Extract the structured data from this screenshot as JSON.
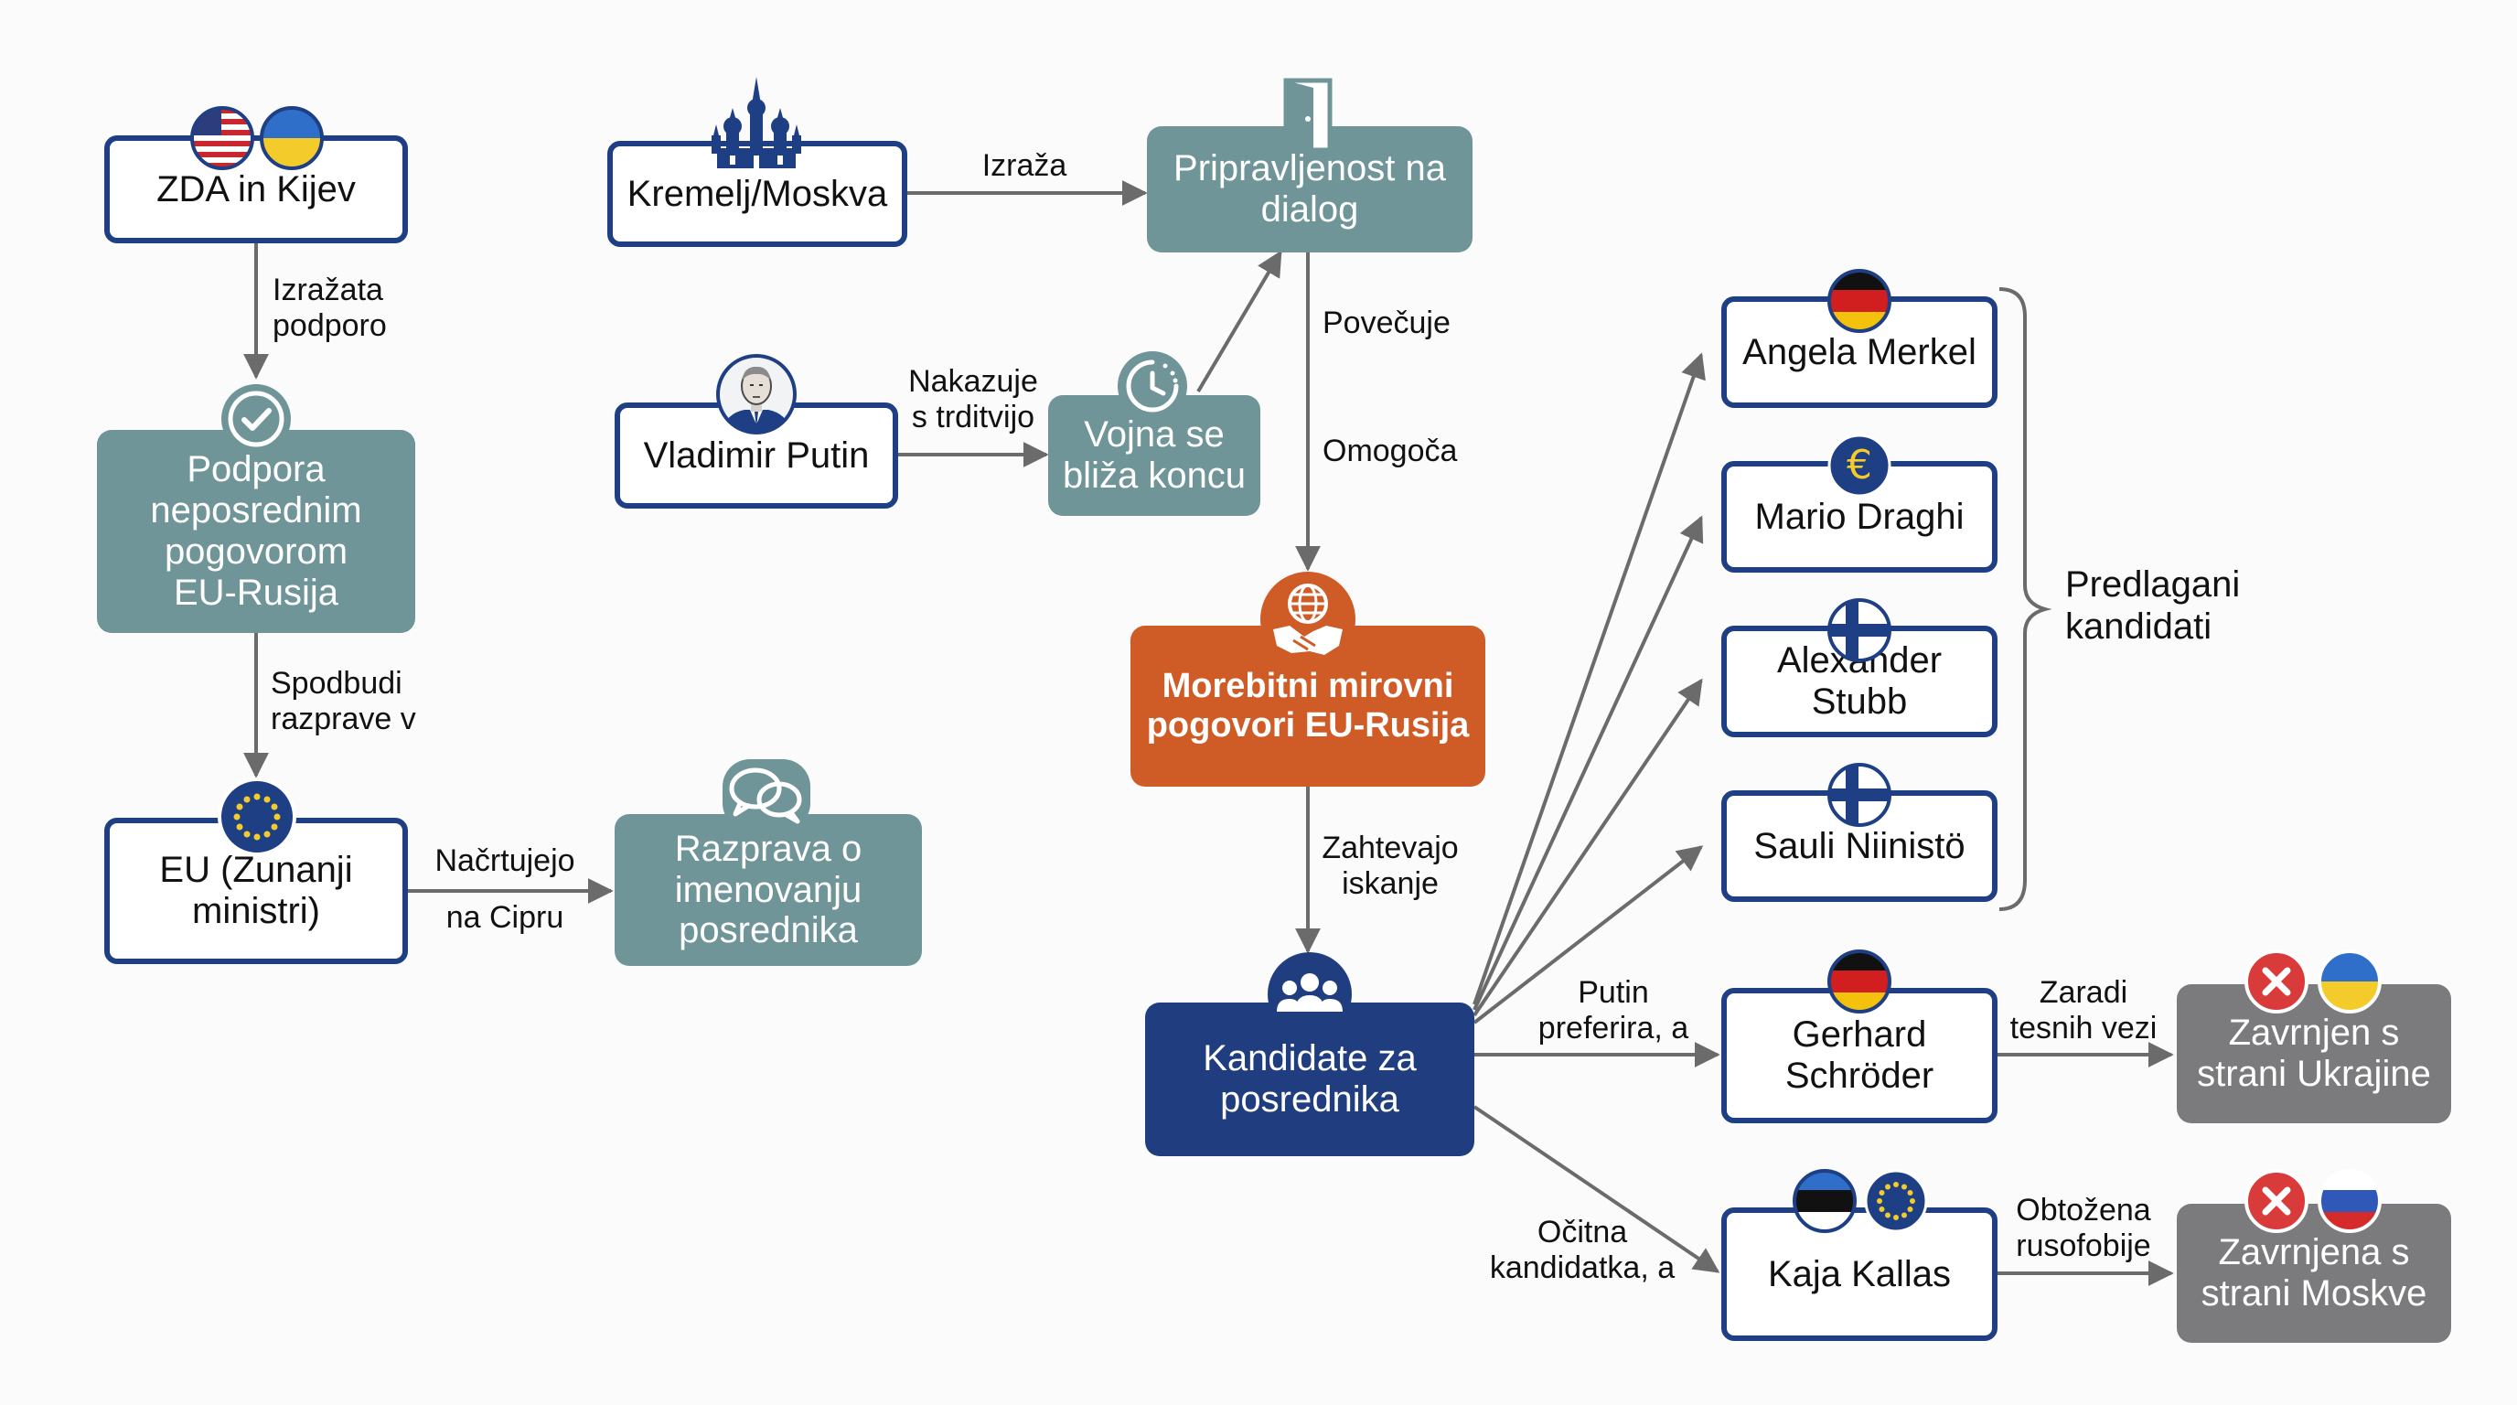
{
  "nodes": {
    "zda_kijev": "ZDA in Kijev",
    "podpora": "Podpora\nneposrednim\npogovorom\nEU-Rusija",
    "eu_ministri": "EU (Zunanji\nministri)",
    "razprava": "Razprava o\nimenovanju\nposrednika",
    "kremelj": "Kremelj/Moskva",
    "pripravljenost": "Pripravljenost na\ndialog",
    "putin": "Vladimir Putin",
    "vojna": "Vojna se\nbliža koncu",
    "mirovni": "Morebitni mirovni\npogovori EU-Rusija",
    "kandidate": "Kandidate za\nposrednika",
    "merkel": "Angela Merkel",
    "draghi": "Mario Draghi",
    "stubb": "Alexander Stubb",
    "niinisto": "Sauli Niinistö",
    "schroder": "Gerhard\nSchröder",
    "kallas": "Kaja Kallas",
    "zavrnjen_ukr": "Zavrnjen s\nstrani Ukrajine",
    "zavrnjena_mos": "Zavrnjena s\nstrani Moskve"
  },
  "edge_labels": {
    "izrazata": "Izražata\npodporo",
    "spodbudi": "Spodbudi\nrazprave v",
    "nacrtujejo": "Načrtujejo",
    "na_cipru": "na Cipru",
    "izraza": "Izraža",
    "nakazuje": "Nakazuje\ns trditvijo",
    "povecuje": "Povečuje",
    "omogoca": "Omogoča",
    "zahtevajo": "Zahtevajo\niskanje",
    "putin_preferira": "Putin\npreferira, a",
    "ocitna": "Očitna\nkandidatka, a",
    "zaradi": "Zaradi\ntesnih vezi",
    "obtozena": "Obtožena\nrusofobije",
    "predlagani": "Predlagani\nkandidati"
  },
  "colors": {
    "navy": "#1f3f85",
    "teal": "#6f9598",
    "orange": "#cf5b26",
    "grey": "#7b7b7d",
    "arrow": "#6b6b6b",
    "reject": "#d93a3a"
  },
  "icons": [
    "usa-flag-icon",
    "ukraine-flag-icon",
    "check-icon",
    "eu-flag-icon",
    "chat-bubbles-icon",
    "kremlin-icon",
    "door-icon",
    "putin-portrait-icon",
    "clock-icon",
    "globe-handshake-icon",
    "people-group-icon",
    "germany-flag-icon",
    "euro-icon",
    "finland-flag-icon",
    "estonia-flag-icon",
    "russia-flag-icon",
    "reject-x-icon"
  ]
}
